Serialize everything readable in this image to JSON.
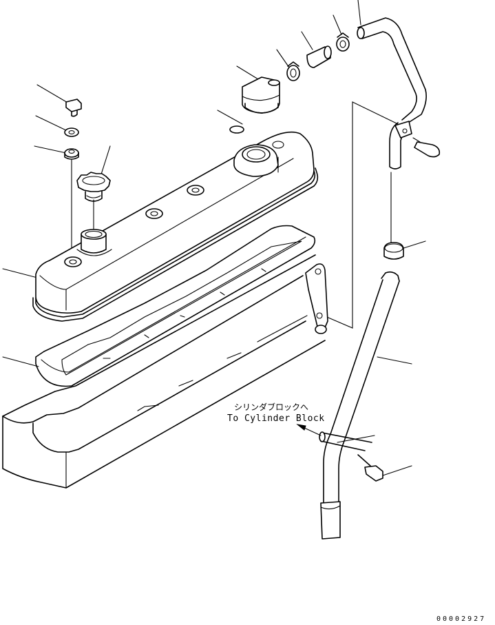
{
  "annotation": {
    "japanese": "シリンダブロックへ",
    "english": "To Cylinder Block"
  },
  "drawing_number": "00002927"
}
